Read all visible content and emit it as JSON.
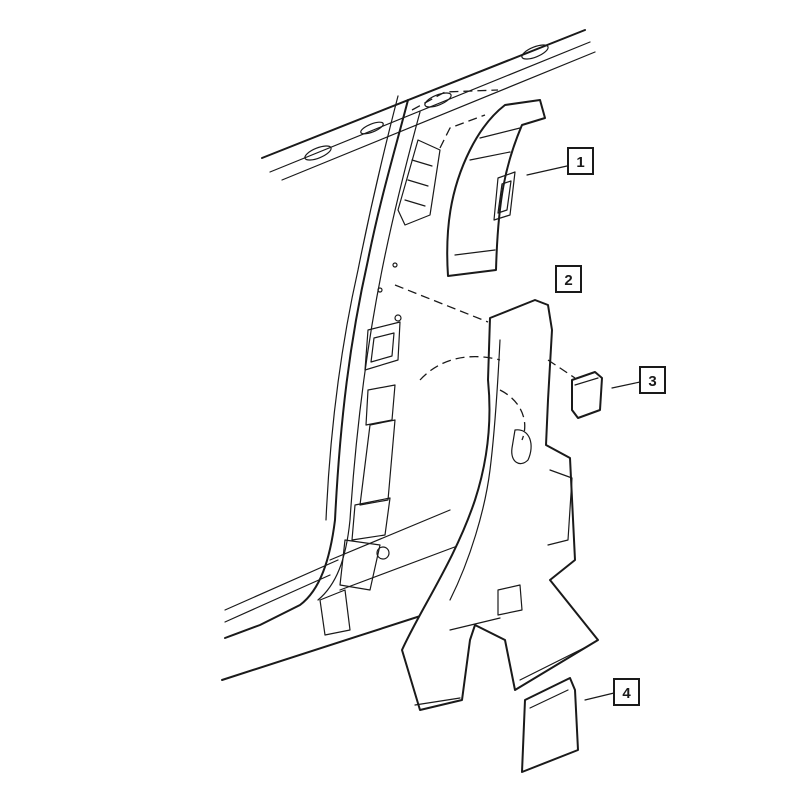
{
  "callouts": [
    {
      "label": "1"
    },
    {
      "label": "2"
    },
    {
      "label": "3"
    },
    {
      "label": "4"
    }
  ],
  "colors": {
    "line": "#1a1a1a",
    "background": "#ffffff"
  }
}
